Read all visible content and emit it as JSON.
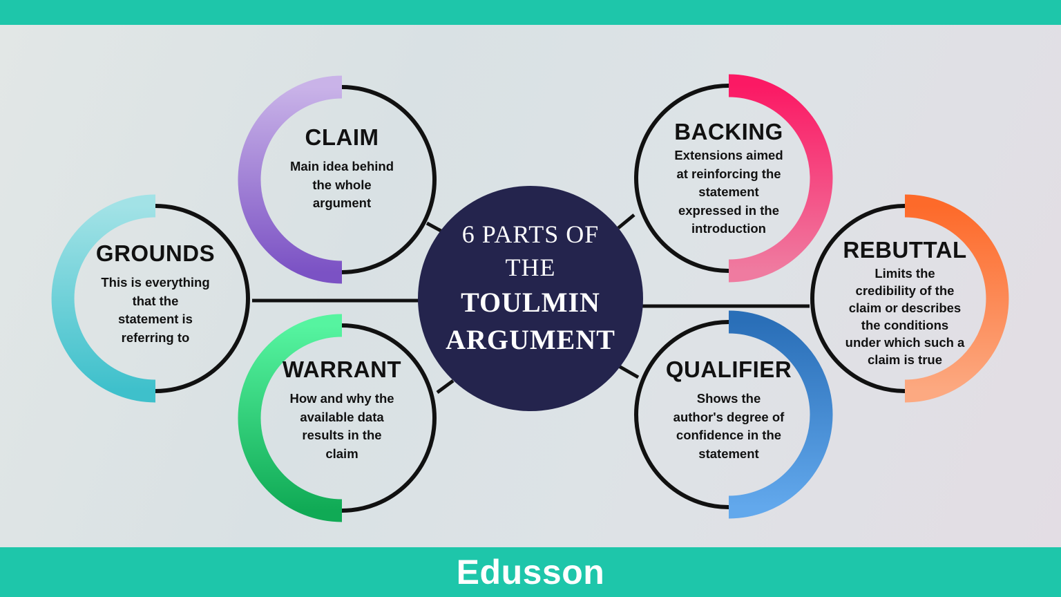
{
  "center": {
    "line1": "6 PARTS OF",
    "line2": "THE",
    "line3": "TOULMIN",
    "line4": "ARGUMENT",
    "color": "#24244d"
  },
  "nodes": [
    {
      "id": "claim",
      "title": "CLAIM",
      "desc": [
        "Main idea behind",
        "the whole",
        "argument"
      ],
      "arc_side": "left",
      "color_top": "#c9b3e8",
      "color_bottom": "#7b52c4"
    },
    {
      "id": "backing",
      "title": "BACKING",
      "desc": [
        "Extensions aimed",
        "at reinforcing the",
        "statement",
        "expressed in the",
        "introduction"
      ],
      "arc_side": "right",
      "color_top": "#fb1964",
      "color_bottom": "#ef7ba0"
    },
    {
      "id": "grounds",
      "title": "GROUNDS",
      "desc": [
        "This is everything",
        "that the",
        "statement is",
        "referring to"
      ],
      "arc_side": "left",
      "color_top": "#a2e2e6",
      "color_bottom": "#3ec0cb"
    },
    {
      "id": "rebuttal",
      "title": "REBUTTAL",
      "desc": [
        "Limits the",
        "credibility of the",
        "claim or describes",
        "the conditions",
        "under which such a",
        "claim is true"
      ],
      "arc_side": "right",
      "color_top": "#fd6a2a",
      "color_bottom": "#fca981"
    },
    {
      "id": "warrant",
      "title": "WARRANT",
      "desc": [
        "How and why the",
        "available data",
        "results in the",
        "claim"
      ],
      "arc_side": "left",
      "color_top": "#56f4a0",
      "color_bottom": "#10aa55"
    },
    {
      "id": "qualifier",
      "title": "QUALIFIER",
      "desc": [
        "Shows the",
        "author's degree of",
        "confidence in the",
        "statement"
      ],
      "arc_side": "right",
      "color_top": "#2a6fb8",
      "color_bottom": "#62a8ec"
    }
  ],
  "footer": {
    "brand": "Edusson",
    "band_color": "#1ec6aa"
  }
}
